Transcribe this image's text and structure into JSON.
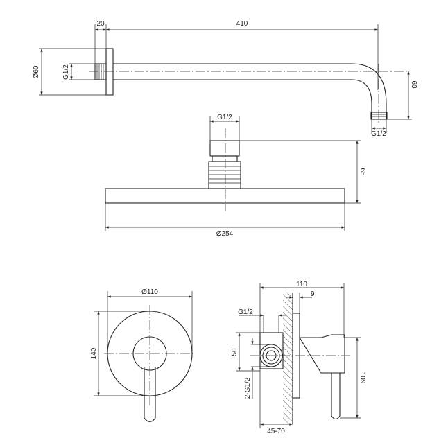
{
  "arm": {
    "length": "410",
    "flange_depth": "20",
    "flange_diameter": "Ø60",
    "wall_thread": "G1/2",
    "drop": "60",
    "outlet_thread": "G1/2"
  },
  "head": {
    "inlet_thread": "G1/2",
    "height": "65",
    "diameter": "Ø254"
  },
  "mixer_front": {
    "plate_diameter": "Ø110",
    "height": "140"
  },
  "mixer_side": {
    "depth": "110",
    "plate_thickness": "9",
    "inlet_thread": "G1/2",
    "body_height": "50",
    "outlets": "2-G1/2",
    "total_height": "109",
    "install_depth": "45-70"
  }
}
